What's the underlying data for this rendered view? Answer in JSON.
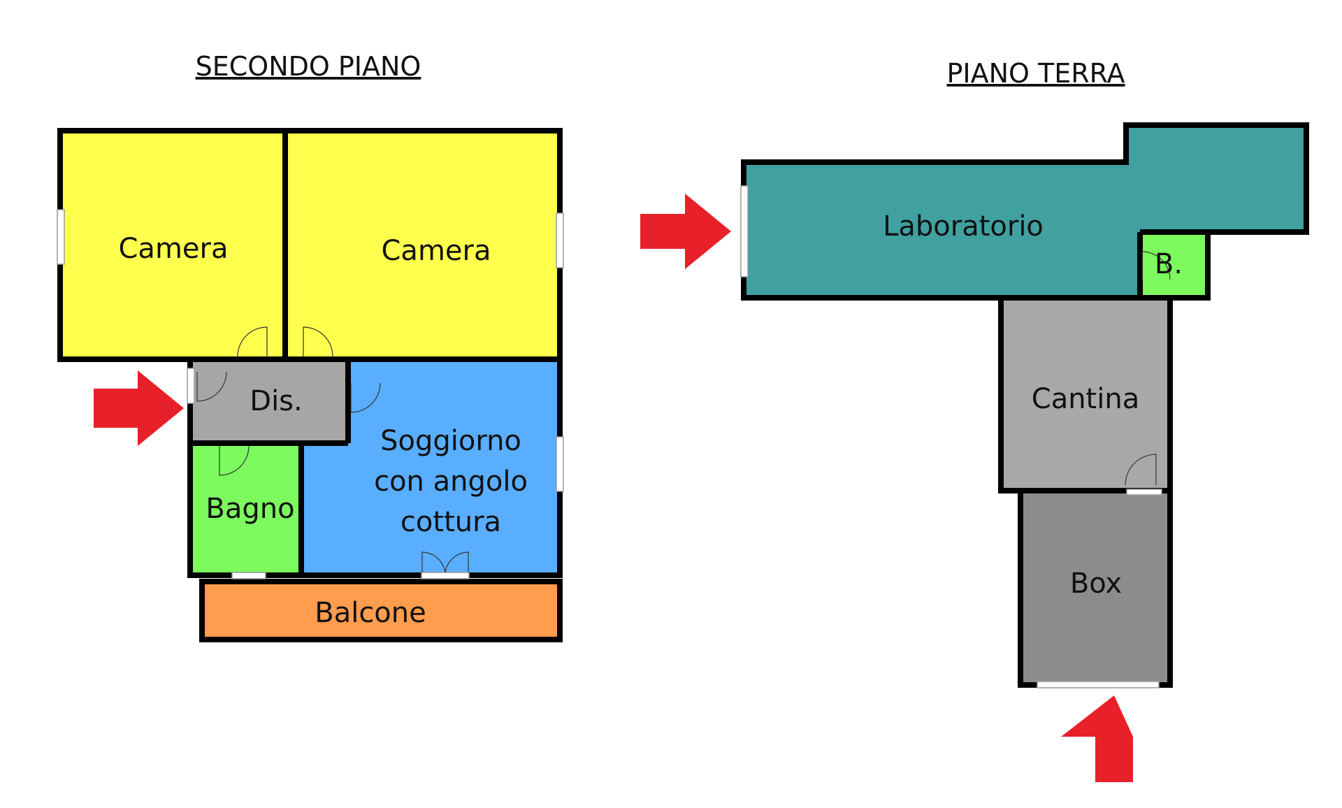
{
  "floors": {
    "second": {
      "title": "SECONDO PIANO",
      "rooms": {
        "camera_left": {
          "label": "Camera",
          "color": "#FFFF4D"
        },
        "camera_right": {
          "label": "Camera",
          "color": "#FFFF4D"
        },
        "disimpegno": {
          "label": "Dis.",
          "color": "#A6A6A6"
        },
        "bagno": {
          "label": "Bagno",
          "color": "#7CFA5E"
        },
        "soggiorno": {
          "label_lines": [
            "Soggiorno",
            "con angolo",
            "cottura"
          ],
          "color": "#59AEFF"
        },
        "balcone": {
          "label": "Balcone",
          "color": "#FF9C4D"
        }
      }
    },
    "ground": {
      "title": "PIANO TERRA",
      "rooms": {
        "laboratorio": {
          "label": "Laboratorio",
          "color": "#41A0A0"
        },
        "bagno_small": {
          "label": "B.",
          "color": "#7CFA5E"
        },
        "cantina": {
          "label": "Cantina",
          "color": "#A8A8A8"
        },
        "box": {
          "label": "Box",
          "color": "#8C8C8C"
        }
      }
    }
  },
  "colors": {
    "arrow": "#E8202A",
    "wall": "#000000"
  },
  "icons": {
    "entrance_arrows": [
      "arrow-right-icon",
      "arrow-right-icon",
      "arrow-up-icon"
    ]
  }
}
